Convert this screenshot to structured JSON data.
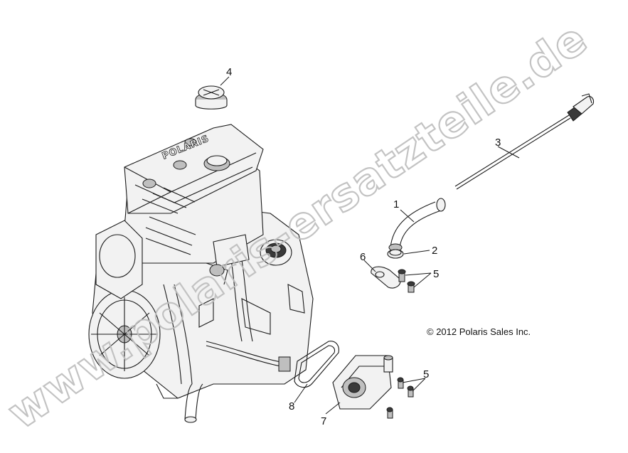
{
  "diagram": {
    "callouts": [
      {
        "id": "c1",
        "label": "1"
      },
      {
        "id": "c2",
        "label": "2"
      },
      {
        "id": "c3",
        "label": "3"
      },
      {
        "id": "c4",
        "label": "4"
      },
      {
        "id": "c5a",
        "label": "5"
      },
      {
        "id": "c5b",
        "label": "5"
      },
      {
        "id": "c6",
        "label": "6"
      },
      {
        "id": "c7",
        "label": "7"
      },
      {
        "id": "c8",
        "label": "8"
      }
    ],
    "copyright": "© 2012 Polaris Sales Inc.",
    "engine_brand_text": "POLARIS",
    "watermark": "www.polaris-ersatzteile.de"
  }
}
